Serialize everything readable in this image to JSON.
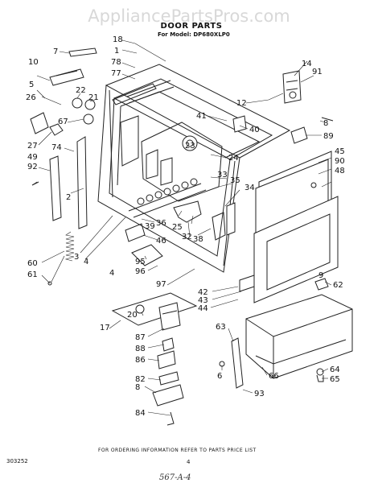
{
  "watermark": "AppliancePartsPros.com",
  "title": "DOOR PARTS",
  "model_line": "For Model: DP680XLP0",
  "footer_note": "FOR ORDERING INFORMATION REFER TO PARTS PRICE LIST",
  "doc_code": "303252",
  "page_number": "4",
  "handwritten_note": "567-A-4",
  "callouts": {
    "c1": "1",
    "c2": "2",
    "c3": "3",
    "c4a": "4",
    "c4b": "4",
    "c5": "5",
    "c6": "6",
    "c7": "7",
    "c8": "8",
    "c9": "9",
    "c10": "10",
    "c12": "12",
    "c14": "14",
    "c17": "17",
    "c18": "18",
    "c20": "20",
    "c21": "21",
    "c22": "22",
    "c23": "23",
    "c24": "24",
    "c25": "25",
    "c26": "26",
    "c27": "27",
    "c32": "32",
    "c33": "33",
    "c34": "34",
    "c35": "35",
    "c36": "36",
    "c38": "38",
    "c39": "39",
    "c40": "40",
    "c41": "41",
    "c42": "42",
    "c43": "43",
    "c44": "44",
    "c45": "45",
    "c46": "46",
    "c48": "48",
    "c49": "49",
    "c60": "60",
    "c61": "61",
    "c62": "62",
    "c63": "63",
    "c64": "64",
    "c65": "65",
    "c66": "66",
    "c67": "67",
    "c74": "74",
    "c77": "77",
    "c78": "78",
    "c82": "82",
    "c84": "84",
    "c86": "86",
    "c87": "87",
    "c88": "88",
    "c89": "89",
    "c90": "90",
    "c91": "91",
    "c92": "92",
    "c93": "93",
    "c95": "95",
    "c96": "96",
    "c97": "97"
  }
}
